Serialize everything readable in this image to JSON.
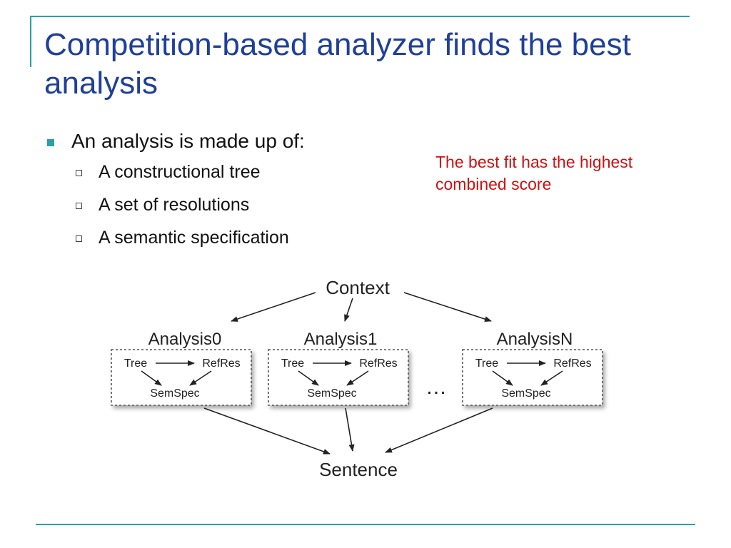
{
  "slide": {
    "title": "Competition-based analyzer finds the best analysis",
    "bullet": "An analysis is made up of:",
    "sub_bullets": [
      "A constructional tree",
      "A set of resolutions",
      "A semantic specification"
    ],
    "note": "The best fit has the highest combined score"
  },
  "diagram": {
    "context_label": "Context",
    "sentence_label": "Sentence",
    "ellipsis": "…",
    "analyses": [
      {
        "label": "Analysis0",
        "tree": "Tree",
        "refres": "RefRes",
        "semspec": "SemSpec"
      },
      {
        "label": "Analysis1",
        "tree": "Tree",
        "refres": "RefRes",
        "semspec": "SemSpec"
      },
      {
        "label": "AnalysisN",
        "tree": "Tree",
        "refres": "RefRes",
        "semspec": "SemSpec"
      }
    ]
  },
  "colors": {
    "title": "#1f3f9a",
    "accent": "#2aa0a8",
    "note": "#cc1111"
  }
}
